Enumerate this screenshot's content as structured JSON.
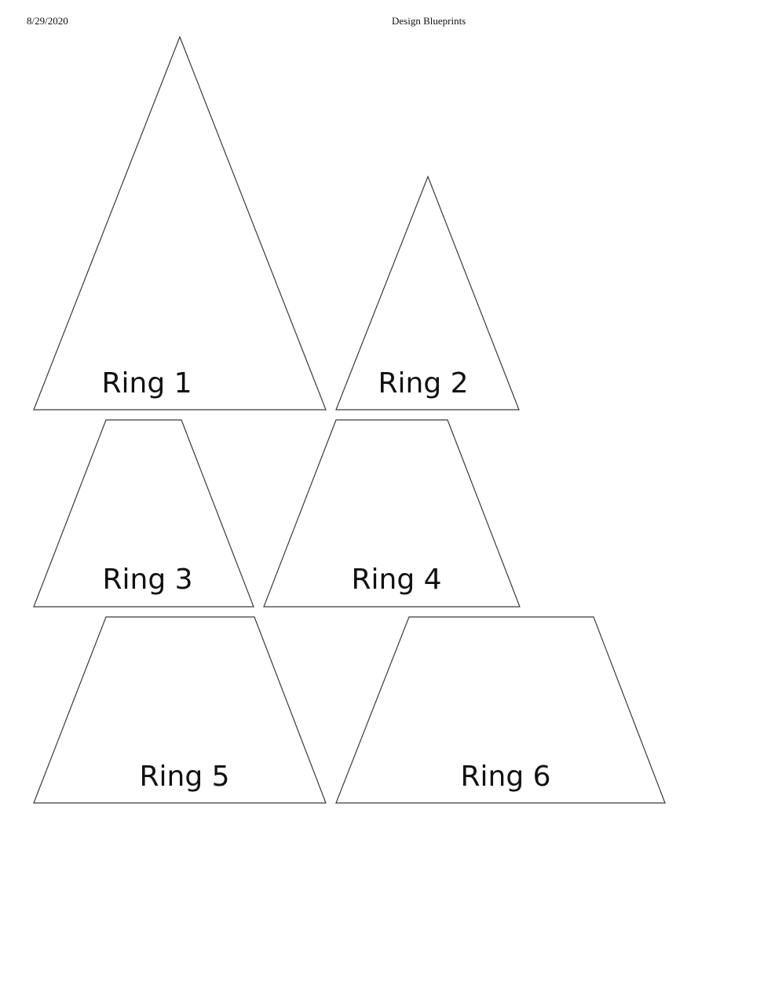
{
  "header": {
    "date": "8/29/2020",
    "title": "Design Blueprints"
  },
  "rings": [
    {
      "label": "Ring 1",
      "shape": "triangle"
    },
    {
      "label": "Ring 2",
      "shape": "triangle"
    },
    {
      "label": "Ring 3",
      "shape": "trapezoid"
    },
    {
      "label": "Ring 4",
      "shape": "trapezoid"
    },
    {
      "label": "Ring 5",
      "shape": "trapezoid"
    },
    {
      "label": "Ring 6",
      "shape": "trapezoid"
    }
  ]
}
